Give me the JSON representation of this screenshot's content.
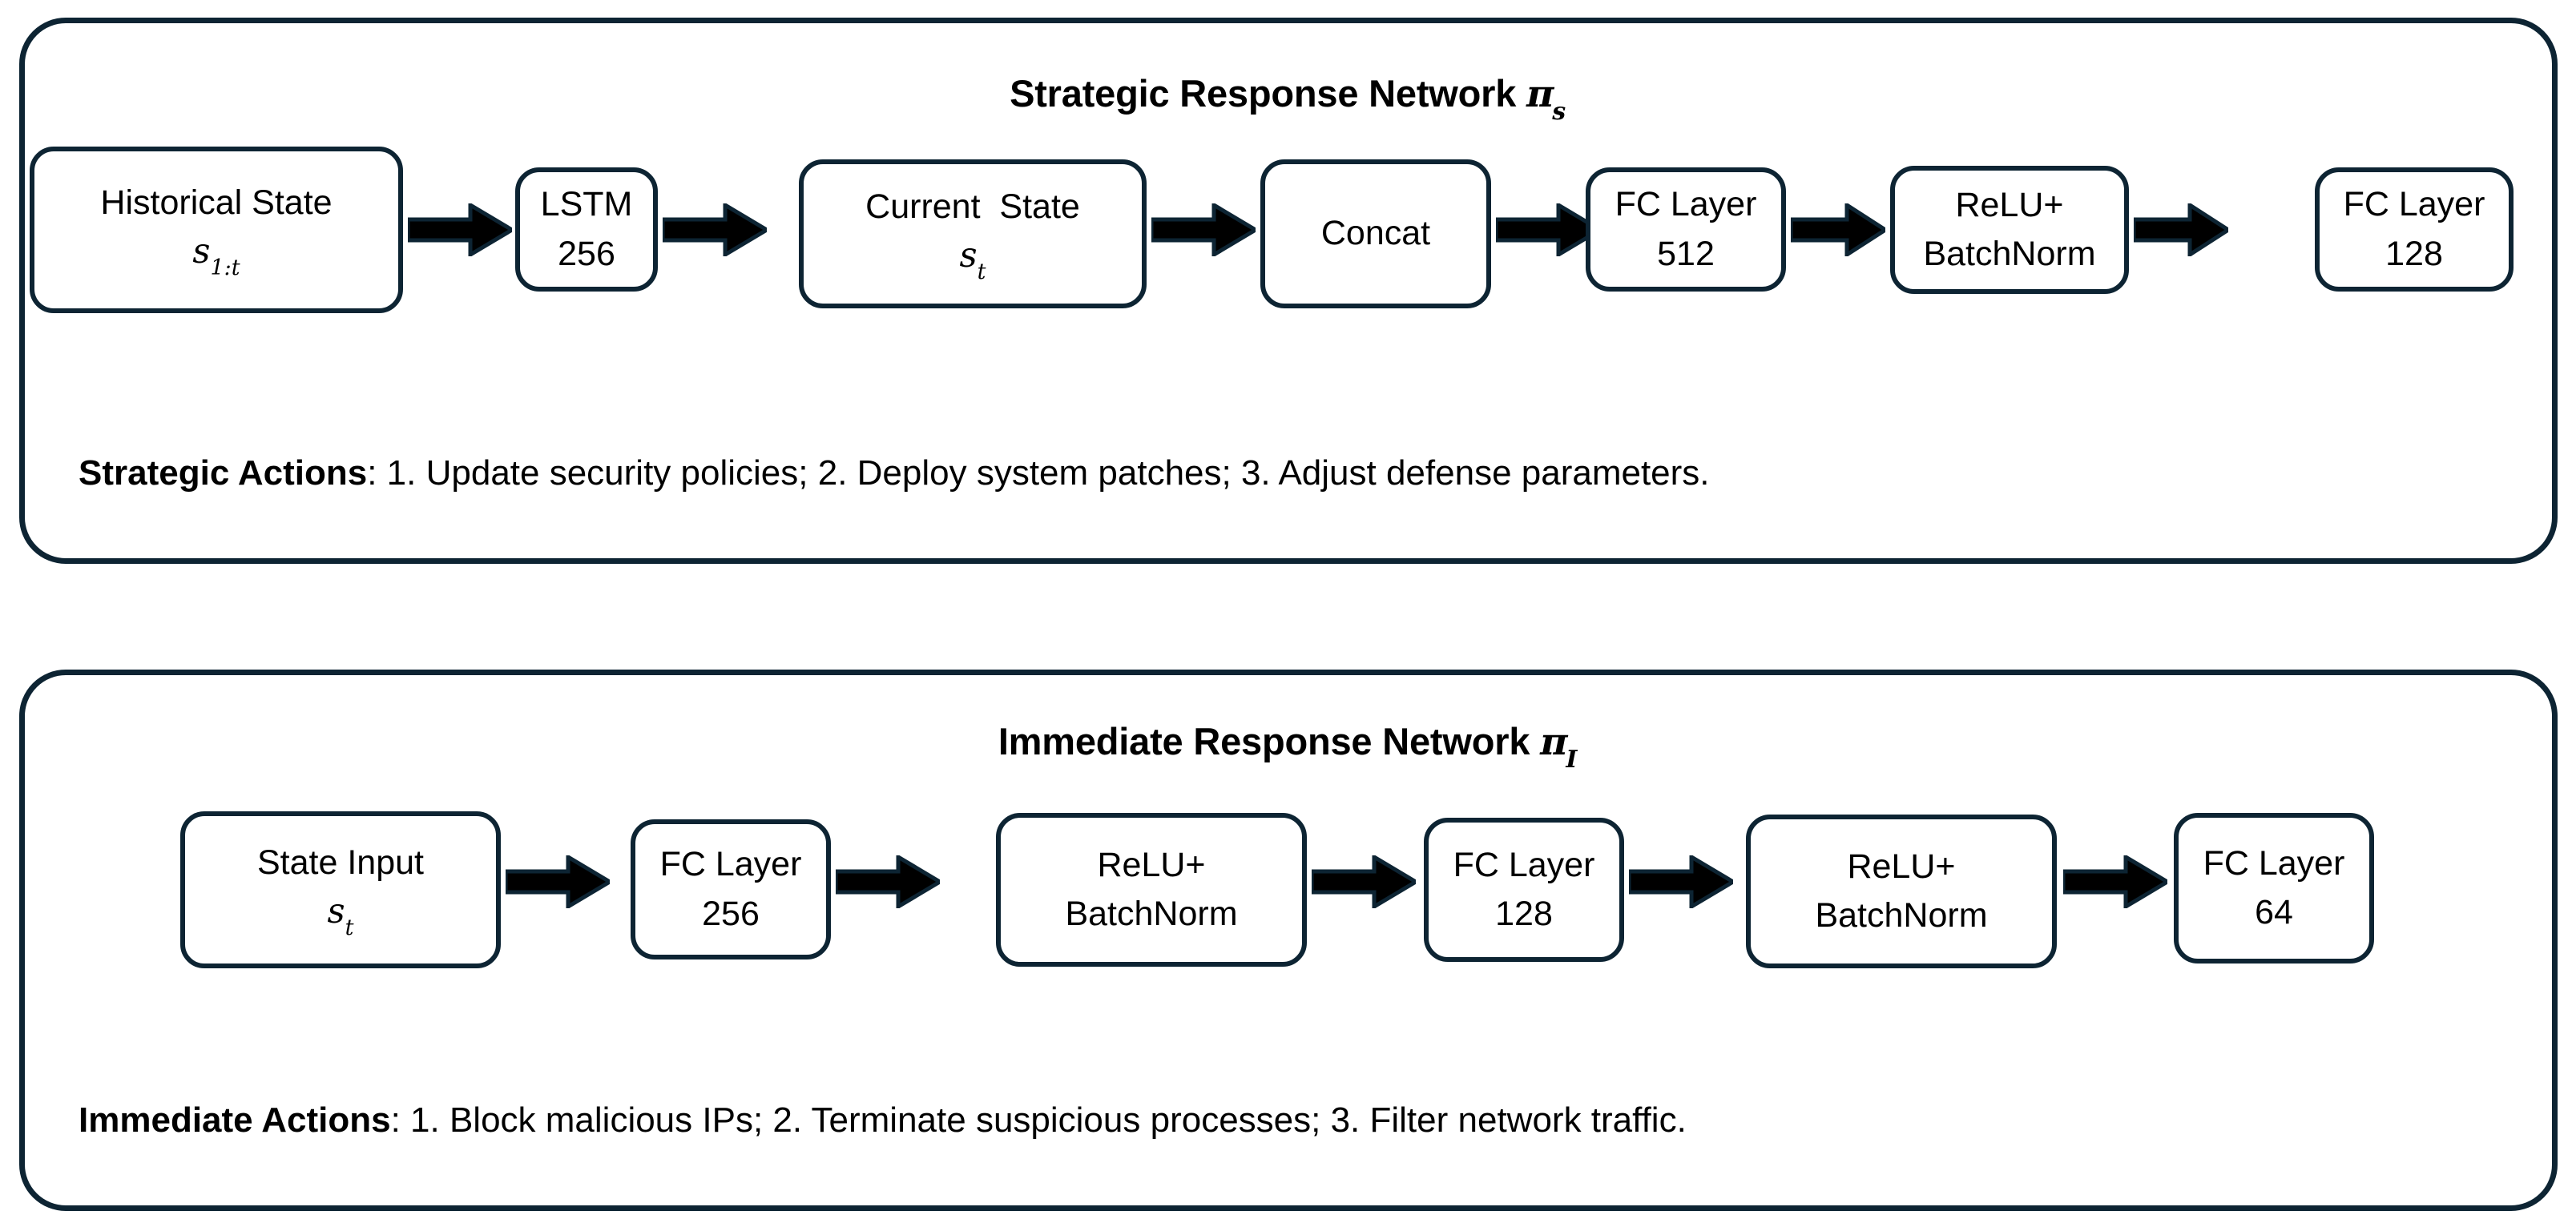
{
  "colors": {
    "stroke": "#0d2433",
    "text": "#000000",
    "background": "#ffffff"
  },
  "diagram": {
    "type": "flowchart",
    "panels": [
      {
        "id": "strategic",
        "title_prefix": "Strategic Response Network ",
        "title_symbol": "π",
        "title_subscript": "s",
        "nodes": [
          {
            "line1": "Historical State",
            "line2_var": "s",
            "line2_sub": "1:t"
          },
          {
            "line1": "LSTM",
            "line2": "256"
          },
          {
            "line1": "Current  State",
            "line2_var": "s",
            "line2_sub": "t"
          },
          {
            "line1": "Concat",
            "line2": ""
          },
          {
            "line1": "FC Layer",
            "line2": "512"
          },
          {
            "line1": "ReLU+",
            "line2": "BatchNorm"
          },
          {
            "line1": "FC Layer",
            "line2": "128"
          }
        ],
        "caption_label": "Strategic Actions",
        "caption_text": ": 1. Update security policies; 2. Deploy system patches; 3. Adjust defense parameters."
      },
      {
        "id": "immediate",
        "title_prefix": "Immediate Response Network ",
        "title_symbol": "π",
        "title_subscript": "I",
        "nodes": [
          {
            "line1": "State Input",
            "line2_var": "s",
            "line2_sub": "t"
          },
          {
            "line1": "FC Layer",
            "line2": "256"
          },
          {
            "line1": "ReLU+",
            "line2": "BatchNorm"
          },
          {
            "line1": "FC Layer",
            "line2": "128"
          },
          {
            "line1": "ReLU+",
            "line2": "BatchNorm"
          },
          {
            "line1": "FC Layer",
            "line2": "64"
          }
        ],
        "caption_label": "Immediate Actions",
        "caption_text": ": 1. Block malicious IPs; 2. Terminate suspicious processes; 3. Filter network traffic."
      }
    ]
  }
}
